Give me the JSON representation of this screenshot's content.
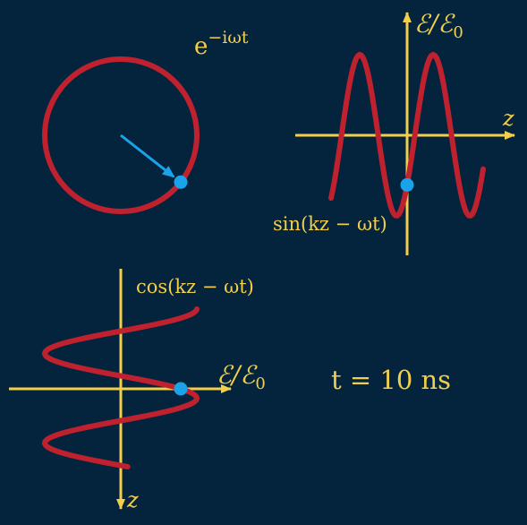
{
  "colors": {
    "background": "#04243d",
    "curve": "#c0212f",
    "axis": "#f2cf4a",
    "marker": "#1aa3e8",
    "text": "#f2cf4a"
  },
  "labels": {
    "phasor_base": "e",
    "phasor_exp": "−iωt",
    "field_ratio_top": "ℰ/ℰ",
    "field_ratio_top_sub": "0",
    "z_axis_top": "z",
    "sin_label": "sin(kz − ωt)",
    "cos_label": "cos(kz − ωt)",
    "field_ratio_bottom": "ℰ/ℰ",
    "field_ratio_bottom_sub": "0",
    "z_axis_bottom": "z",
    "time_label": "t = 10 ns"
  },
  "state": {
    "phase_angle_deg": -38
  }
}
